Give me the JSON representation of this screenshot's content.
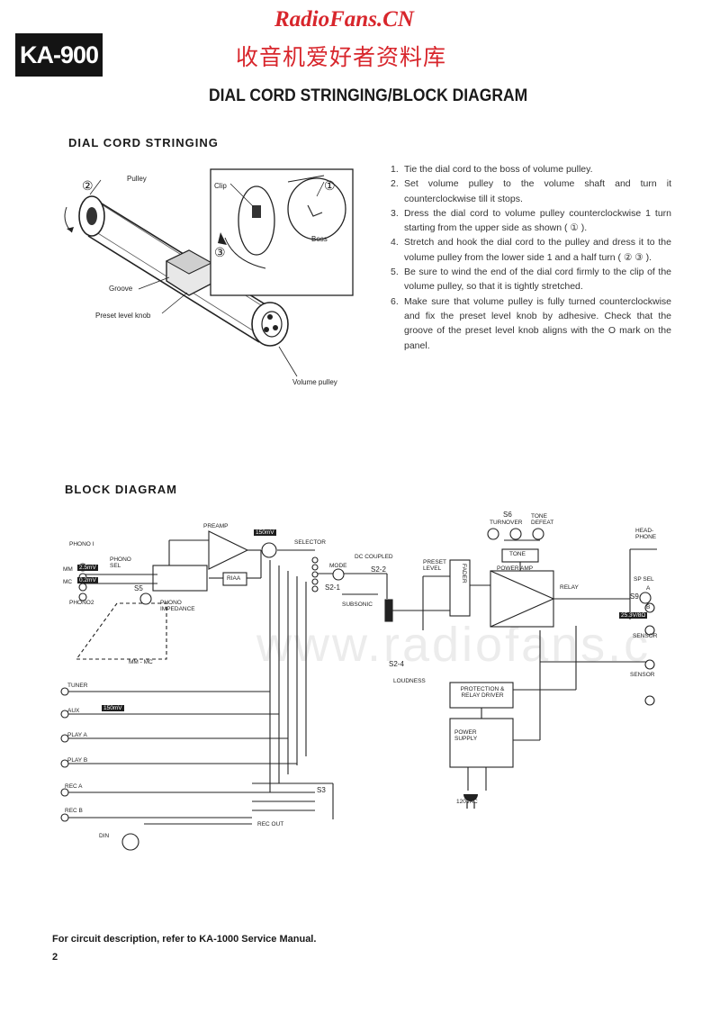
{
  "header": {
    "site_name": "RadioFans.CN",
    "site_name_cn": "收音机爱好者资料库",
    "model": "KA-900",
    "page_title": "DIAL CORD STRINGING/BLOCK DIAGRAM"
  },
  "dial_cord": {
    "heading": "DIAL CORD STRINGING",
    "labels": {
      "pulley": "Pulley",
      "groove": "Groove",
      "preset_knob": "Preset level knob",
      "volume_pulley": "Volume pulley",
      "clip": "Clip",
      "boss": "Boss",
      "circle1": "①",
      "circle2": "②",
      "circle3": "③"
    },
    "steps": [
      {
        "n": "1.",
        "text": "Tie the dial cord to the boss of volume pulley."
      },
      {
        "n": "2.",
        "text": "Set volume pulley to the volume shaft and turn it counterclockwise till it stops."
      },
      {
        "n": "3.",
        "text": "Dress the dial cord to volume pulley counterclockwise 1 turn starting from the upper side as shown ( ① )."
      },
      {
        "n": "4.",
        "text": "Stretch and hook the dial cord to the pulley and dress it to the volume pulley from the lower side 1 and a half turn ( ② ③ )."
      },
      {
        "n": "5.",
        "text": "Be sure to wind the end of the dial cord firmly to the clip of the volume pulley, so that it is tightly stretched."
      },
      {
        "n": "6.",
        "text": "Make sure that volume pulley is fully turned counterclockwise and fix the preset level knob by adhesive. Check that the groove of the preset level knob aligns with the O mark on the panel."
      }
    ]
  },
  "block_diagram": {
    "heading": "BLOCK DIAGRAM",
    "labels": {
      "phono1": "PHONO I",
      "phono2": "PHONO2",
      "phono_sel": "PHONO SEL",
      "mm": "MM",
      "mc": "MC",
      "mm_level": "2.5mV",
      "mc_level": "0.2mV",
      "s5": "S5",
      "phono_impedance": "PHONO IMPEDANCE",
      "mm_mc": "MM - MC",
      "preamp": "PREAMP",
      "preamp_level": "150mV",
      "riaa": "RIAA",
      "selector": "SELECTOR",
      "mode": "MODE",
      "dc_coupled": "DC COUPLED",
      "s2_2": "S2-2",
      "s2_1": "S2-1",
      "subsonic": "SUBSONIC",
      "preset_level": "PRESET LEVEL",
      "s2_4": "S2-4",
      "loudness": "LOUDNESS",
      "fader": "FADER",
      "s6": "S6",
      "turnover": "TURNOVER",
      "tone_defeat": "TONE DEFEAT",
      "tone": "TONE",
      "power_amp": "POWER AMP",
      "relay": "RELAY",
      "headphone": "HEAD-PHONE",
      "sp_sel": "SP SEL",
      "s9": "S9",
      "sp_a": "A",
      "sp_b": "B",
      "output_level": "25.3V/8Ω",
      "sensor1": "SENSOR",
      "sensor2": "SENSOR",
      "protection": "PROTECTION & RELAY DRIVER",
      "power_supply": "POWER SUPPLY",
      "ac_input": "120VAC",
      "tuner": "TUNER",
      "aux": "AUX",
      "aux_level": "150mV",
      "play_a": "PLAY A",
      "play_b": "PLAY B",
      "rec_a": "REC A",
      "rec_b": "REC B",
      "din": "DIN",
      "s3": "S3",
      "rec_out": "REC OUT"
    }
  },
  "footer": {
    "note": "For circuit description, refer to KA-1000 Service Manual.",
    "page_number": "2",
    "watermark": "www.radiofans.c"
  }
}
